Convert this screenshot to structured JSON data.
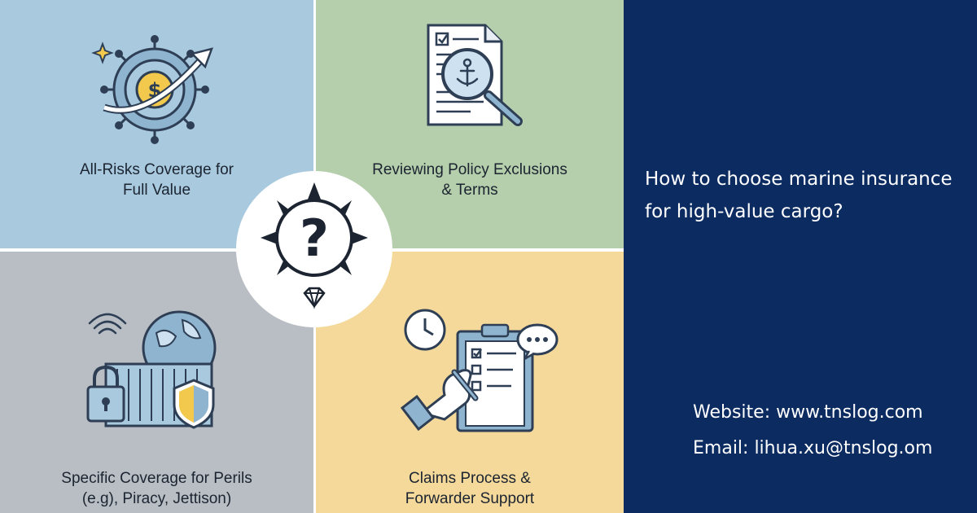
{
  "quadrants": {
    "top_left": {
      "title_lines": [
        "All-Risks Coverage for",
        "Full Value"
      ],
      "icon": "ship-wheel-dollar-icon",
      "background": "#a9c9df"
    },
    "top_right": {
      "title_lines": [
        "Reviewing Policy Exclusions",
        "& Terms"
      ],
      "icon": "document-magnifier-anchor-icon",
      "background": "#b5ceac"
    },
    "bottom_left": {
      "title_lines": [
        "Specific Coverage for Perils",
        "(e.g), Piracy, Jettison)"
      ],
      "icon": "globe-container-lock-shield-icon",
      "background": "#b9bec4"
    },
    "bottom_right": {
      "title_lines": [
        "Claims Process &",
        "Forwarder Support"
      ],
      "icon": "clipboard-clock-hand-icon",
      "background": "#f4d99b"
    }
  },
  "center_badge": {
    "icon": "compass-question-mark-icon",
    "sub_icon": "diamond-icon"
  },
  "right_panel": {
    "background": "#0b2b61",
    "title_lines": [
      "How to choose marine insurance",
      "for high-value cargo?"
    ],
    "website": "Website: www.tnslog.com",
    "email": "Email: lihua.xu@tnslog.om"
  }
}
